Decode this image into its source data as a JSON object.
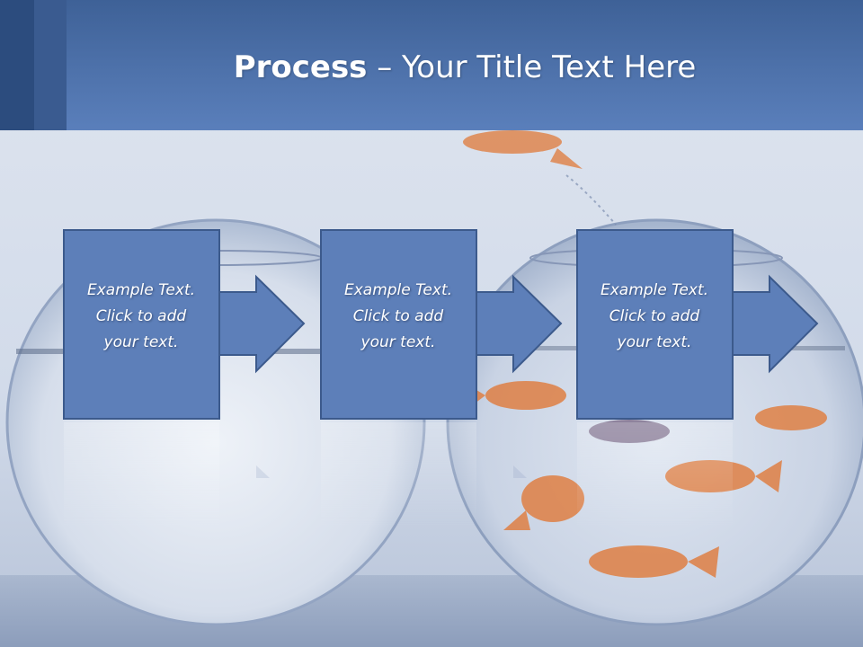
{
  "slide": {
    "title_bold": "Process",
    "title_rest": " – Your Title Text Here"
  },
  "steps": [
    {
      "text": "Example Text.\nClick  to add\nyour text."
    },
    {
      "text": "Example Text.\nClick  to add\nyour text."
    },
    {
      "text": "Example Text.\nClick  to add\nyour text."
    }
  ],
  "colors": {
    "header": "#4e72ab",
    "box_fill": "#5d7fb9",
    "box_stroke": "#3c5a8c"
  },
  "icons": {
    "step_arrow": "right-arrow-icon"
  }
}
